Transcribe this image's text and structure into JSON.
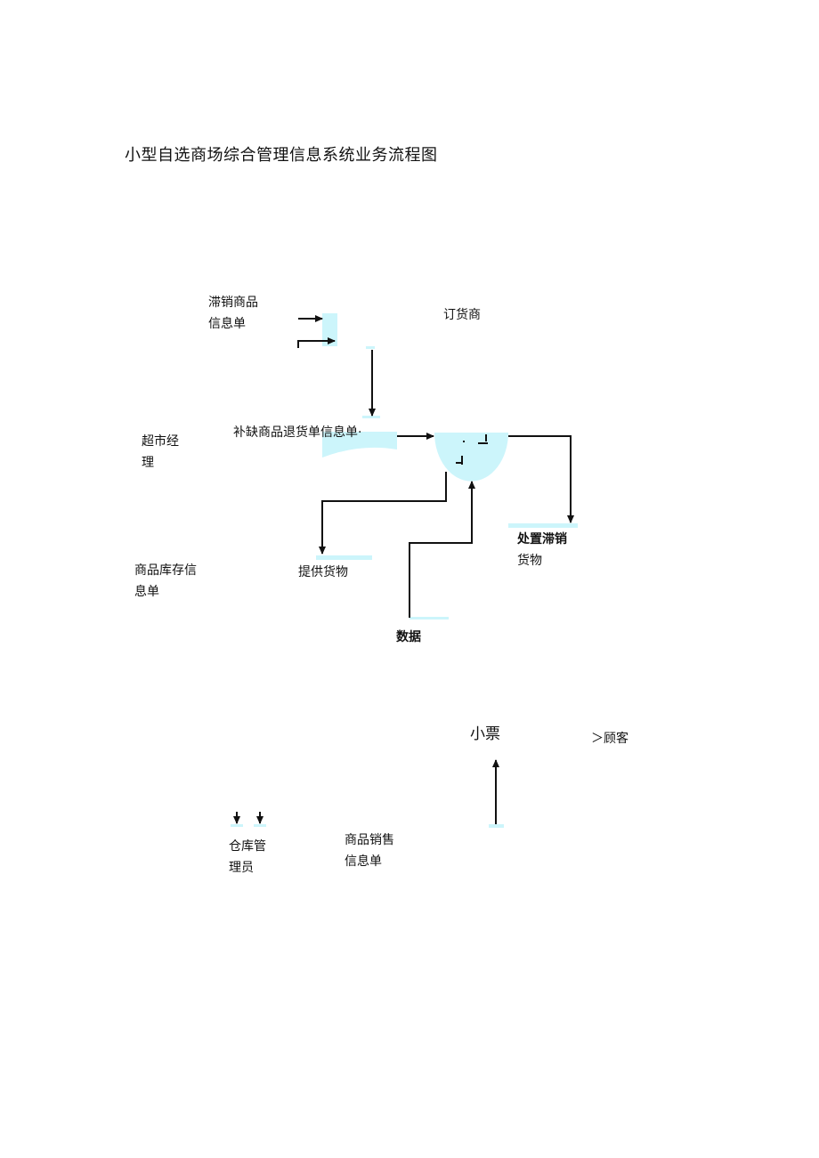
{
  "title": "小型自选商场综合管理信息系统业务流程图",
  "labels": {
    "slow_goods_info_line1": "滞销商品",
    "slow_goods_info_line2": "信息单",
    "supplier": "订货商",
    "manager_line1": "超市经",
    "manager_line2": "理",
    "restock_return_info": "补缺商品退货单信息单·",
    "handle_slow_line1": "处置滞销",
    "handle_slow_line2": "货物",
    "inventory_info_line1": "商品库存信",
    "inventory_info_line2": "息单",
    "provide_goods": "提供货物",
    "data": "数据",
    "receipt": "小票",
    "customer": "＞顾客",
    "warehouse_line1": "仓库管",
    "warehouse_line2": "理员",
    "sales_info_line1": "商品销售",
    "sales_info_line2": "信息单"
  },
  "colors": {
    "accent": "#ccf5fb",
    "line": "#111111"
  }
}
